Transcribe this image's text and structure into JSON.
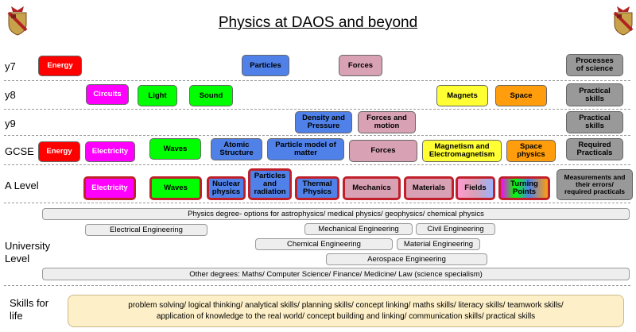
{
  "title": "Physics at DAOS and beyond",
  "crest_icon": "school-crest-icon",
  "rows": {
    "y7": "y7",
    "y8": "y8",
    "y9": "y9",
    "gcse": "GCSE",
    "alevel": "A Level",
    "uni_line1": "University",
    "uni_line2": "Level",
    "skills_line1": "Skills for",
    "skills_line2": "life"
  },
  "y7": {
    "energy": "Energy",
    "particles": "Particles",
    "forces": "Forces",
    "processes_1": "Processes",
    "processes_2": "of science"
  },
  "y8": {
    "circuits": "Circuits",
    "light": "Light",
    "sound": "Sound",
    "magnets": "Magnets",
    "space": "Space",
    "practical_1": "Practical",
    "practical_2": "skills"
  },
  "y9": {
    "density_1": "Density and",
    "density_2": "Pressure",
    "forces_motion_1": "Forces and",
    "forces_motion_2": "motion",
    "practical_1": "Practical",
    "practical_2": "skills"
  },
  "gcse": {
    "energy": "Energy",
    "electricity": "Electricity",
    "waves": "Waves",
    "atomic_1": "Atomic",
    "atomic_2": "Structure",
    "particle_model_1": "Particle model of",
    "particle_model_2": "matter",
    "forces": "Forces",
    "magnetism_1": "Magnetism and",
    "magnetism_2": "Electromagnetism",
    "space_1": "Space",
    "space_2": "physics",
    "required_1": "Required",
    "required_2": "Practicals"
  },
  "alevel": {
    "electricity": "Electricity",
    "waves": "Waves",
    "nuclear_1": "Nuclear",
    "nuclear_2": "physics",
    "particles_1": "Particles",
    "particles_2": "and",
    "particles_3": "radiation",
    "thermal_1": "Thermal",
    "thermal_2": "Physics",
    "mechanics": "Mechanics",
    "materials": "Materials",
    "fields": "Fields",
    "turning_1": "Turning",
    "turning_2": "Points",
    "measurements_1": "Measurements and",
    "measurements_2": "their errors/",
    "measurements_3": "required practicals"
  },
  "university": {
    "physics_degree": "Physics degree- options for astrophysics/ medical physics/ geophysics/ chemical physics",
    "electrical": "Electrical Engineering",
    "mechanical": "Mechanical Engineering",
    "civil": "Civil Engineering",
    "chemical": "Chemical Engineering",
    "material": "Material Engineering",
    "aerospace": "Aerospace Engineering",
    "other": "Other degrees: Maths/ Computer Science/ Finance/ Medicine/ Law (science specialism)"
  },
  "skills": {
    "line1": "problem solving/ logical thinking/ analytical skills/ planning skills/ concept linking/ maths skills/ literacy skills/ teamwork skills/",
    "line2": "application of knowledge to the real world/ concept building and linking/ communication skills/ practical skills"
  },
  "colors": {
    "red": "#ff0000",
    "magenta": "#ff00ff",
    "green": "#00ff00",
    "blue": "#4f81e8",
    "pink": "#d8a1b4",
    "yellow": "#ffff33",
    "orange": "#ff9d0d",
    "grey": "#999999",
    "skills_bg": "#fdefc7"
  }
}
